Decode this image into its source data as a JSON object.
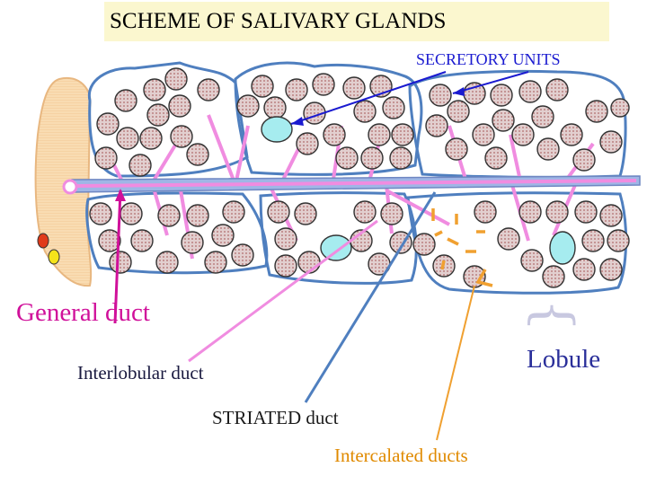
{
  "title": "SCHEME OF SALIVARY GLANDS",
  "labels": {
    "secretory_units": "SECRETORY UNITS",
    "general_duct": "General duct",
    "interlobular_duct": "Interlobular duct",
    "striated_duct": "STRIATED  duct",
    "intercalated_ducts": "Intercalated ducts",
    "lobule": "Lobule"
  },
  "colors": {
    "lobule_outline": "#4f7fbf",
    "acinus_fill": "#e2cfcf",
    "acinus_dots": "#b06a6a",
    "striated_duct": "#9fb6e6",
    "interlobular_duct": "#f08ce0",
    "intercalated": "#f0a030",
    "secretory_cell": "#a6ecef",
    "gland_wall": "#f7d3a3",
    "arrow_secretory": "#1a1ad0",
    "arrow_general": "#d0109a"
  }
}
